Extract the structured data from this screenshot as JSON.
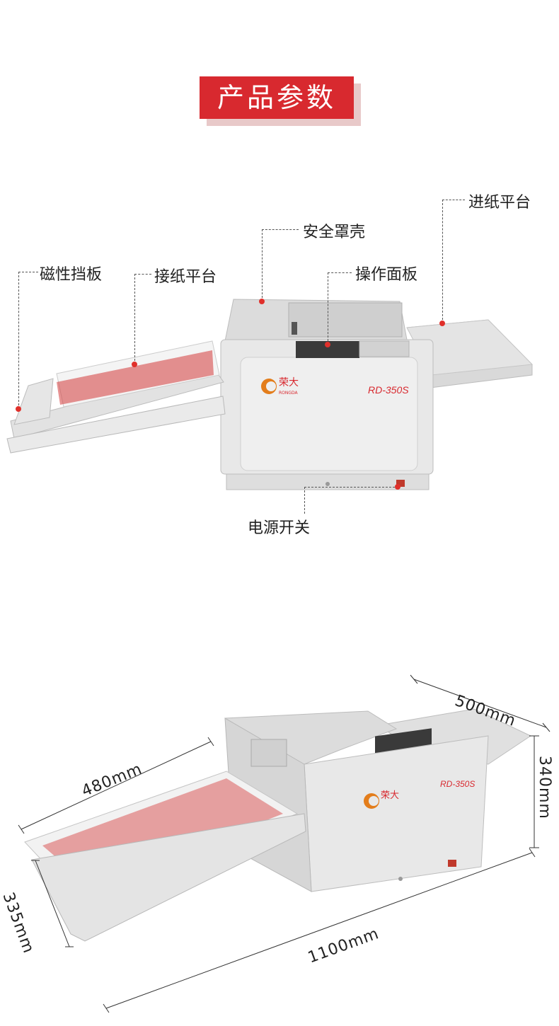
{
  "header": {
    "title": "产品参数"
  },
  "product": {
    "brand_cn": "荣大",
    "brand_en": "RONGDA",
    "model": "RD-350S"
  },
  "callouts": {
    "feed_platform": "进纸平台",
    "safety_cover": "安全罩壳",
    "magnetic_baffle": "磁性挡板",
    "receiving_platform": "接纸平台",
    "control_panel": "操作面板",
    "power_switch": "电源开关"
  },
  "dimensions": {
    "depth_feed": "500mm",
    "height": "340mm",
    "tray_length": "480mm",
    "tray_width": "335mm",
    "total_length": "1100mm"
  },
  "colors": {
    "accent": "#d8292f",
    "machine_body": "#e6e6e6",
    "callout_dot": "#e0302b"
  }
}
